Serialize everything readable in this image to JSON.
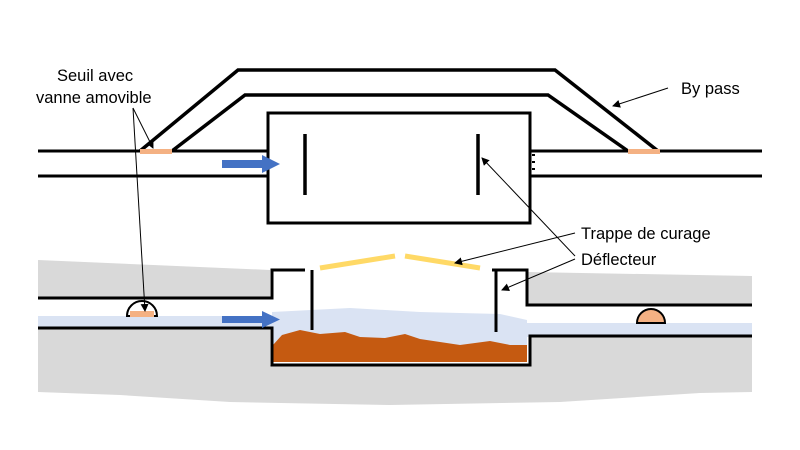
{
  "labels": {
    "seuil_line1": "Seuil avec",
    "seuil_line2": "vanne amovible",
    "bypass": "By pass",
    "trappe": "Trappe de curage",
    "deflecteur": "Déflecteur"
  },
  "colors": {
    "pipe_line": "#000000",
    "flow_arrow": "#4472c4",
    "sill": "#f4b183",
    "ground": "#d9d9d9",
    "water": "#dae3f3",
    "sediment": "#c55a11",
    "hatch": "#ffd966"
  }
}
